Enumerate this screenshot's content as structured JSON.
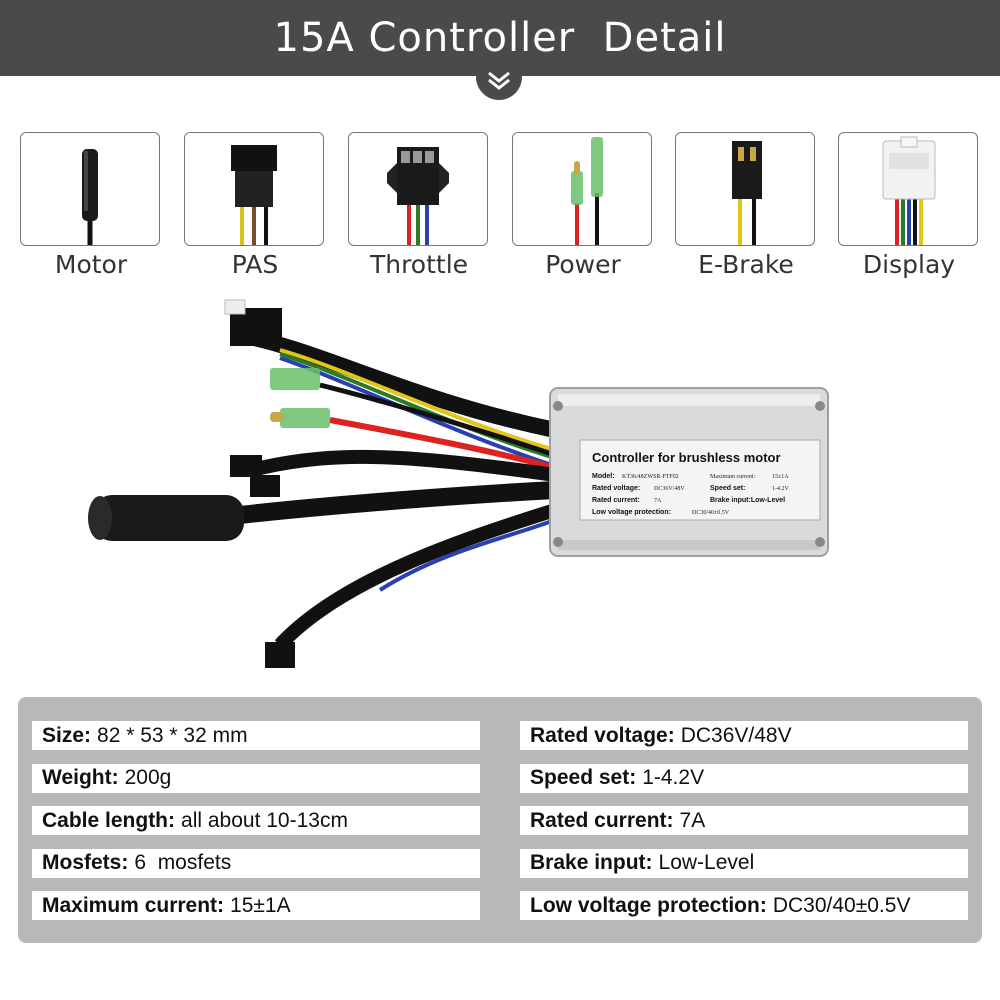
{
  "header": {
    "title": "15A Controller  Detail"
  },
  "connectors": [
    {
      "label": "Motor",
      "icon": "motor-connector-icon"
    },
    {
      "label": "PAS",
      "icon": "pas-connector-icon"
    },
    {
      "label": "Throttle",
      "icon": "throttle-connector-icon"
    },
    {
      "label": "Power",
      "icon": "power-connector-icon"
    },
    {
      "label": "E-Brake",
      "icon": "ebrake-connector-icon"
    },
    {
      "label": "Display",
      "icon": "display-connector-icon"
    }
  ],
  "product": {
    "label_title": "Controller for brushless motor",
    "model_key": "Model:",
    "model_val": "KT36/48ZWSR-FTF02",
    "maxcur_key": "Maximum current:",
    "maxcur_val": "15±1A",
    "ratedv_key": "Rated voltage:",
    "ratedv_val": "DC36V/48V",
    "speed_key": "Speed set:",
    "speed_val": "1-4.2V",
    "ratedc_key": "Rated current:",
    "ratedc_val": "7A",
    "brake_key": "Brake input:Low-Level",
    "lowv_key": "Low voltage protection:",
    "lowv_val": "DC30/40±0.5V"
  },
  "specs": {
    "left": [
      {
        "key": "Size:",
        "value": "82 * 53 * 32 mm"
      },
      {
        "key": "Weight:",
        "value": "200g"
      },
      {
        "key": "Cable length:",
        "value": "all about 10-13cm"
      },
      {
        "key": "Mosfets:",
        "value": "6  mosfets"
      },
      {
        "key": "Maximum current:",
        "value": "15±1A"
      }
    ],
    "right": [
      {
        "key": "Rated voltage:",
        "value": "DC36V/48V"
      },
      {
        "key": "Speed set:",
        "value": "1-4.2V"
      },
      {
        "key": "Rated current:",
        "value": "7A"
      },
      {
        "key": "Brake input:",
        "value": "Low-Level"
      },
      {
        "key": "Low voltage protection:",
        "value": "DC30/40±0.5V"
      }
    ]
  }
}
